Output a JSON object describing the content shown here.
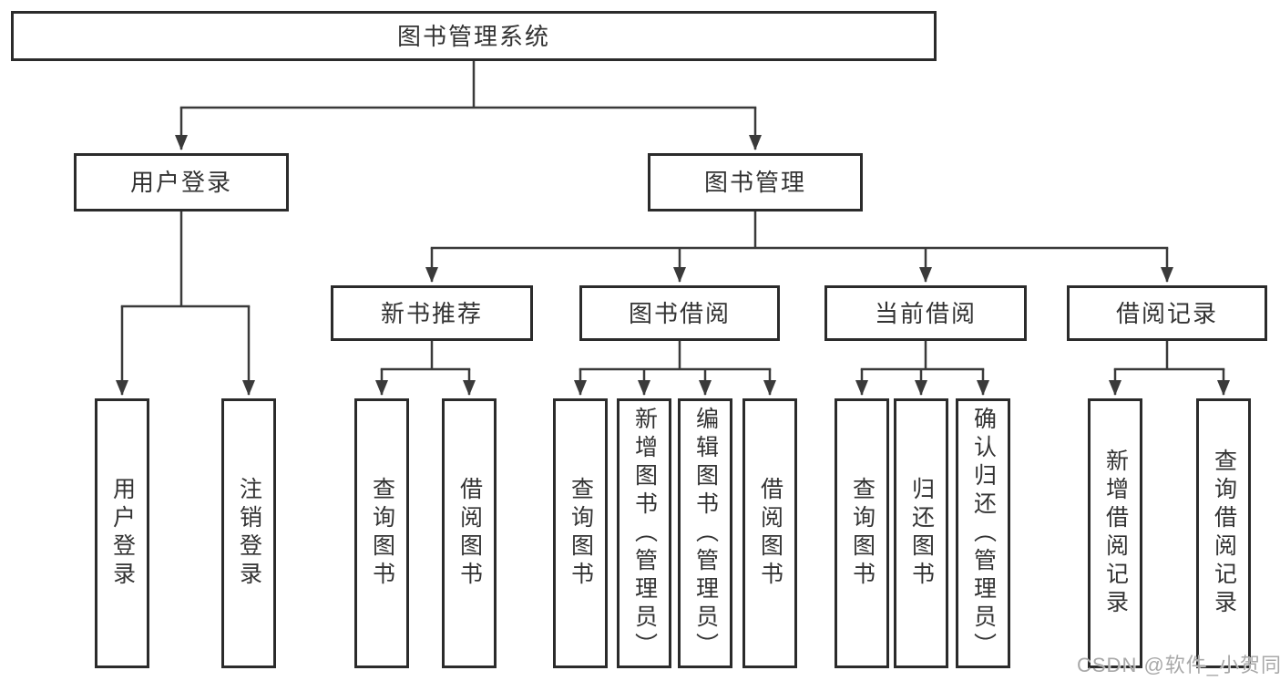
{
  "tree": {
    "root": {
      "label": "图书管理系统",
      "children": [
        {
          "label": "用户登录",
          "children": [
            {
              "label": "用户登录"
            },
            {
              "label": "注销登录"
            }
          ]
        },
        {
          "label": "图书管理",
          "children": [
            {
              "label": "新书推荐",
              "children": [
                {
                  "label": "查询图书"
                },
                {
                  "label": "借阅图书"
                }
              ]
            },
            {
              "label": "图书借阅",
              "children": [
                {
                  "label": "查询图书"
                },
                {
                  "label": "新增图书（管理员）"
                },
                {
                  "label": "编辑图书（管理员）"
                },
                {
                  "label": "借阅图书"
                }
              ]
            },
            {
              "label": "当前借阅",
              "children": [
                {
                  "label": "查询图书"
                },
                {
                  "label": "归还图书"
                },
                {
                  "label": "确认归还（管理员）"
                }
              ]
            },
            {
              "label": "借阅记录",
              "children": [
                {
                  "label": "新增借阅记录"
                },
                {
                  "label": "查询借阅记录"
                }
              ]
            }
          ]
        }
      ]
    }
  },
  "watermark": {
    "text": "CSDN @软件_小贺同学"
  },
  "colors": {
    "line": "#3a3a3a",
    "box-border": "#2b2b2b",
    "text": "#333333",
    "watermark": "#a9a9a9",
    "background": "#ffffff"
  }
}
